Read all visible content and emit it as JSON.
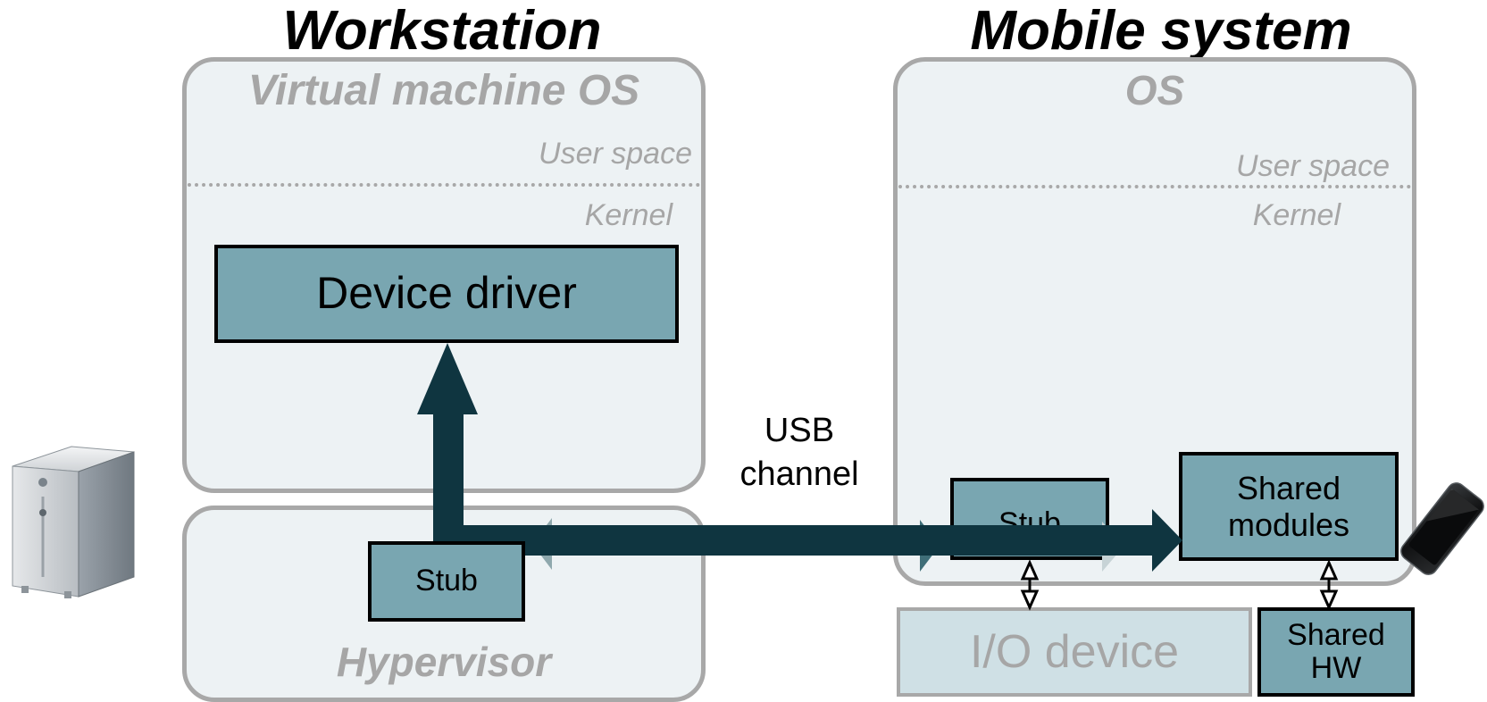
{
  "titles": {
    "workstation": "Workstation",
    "mobile": "Mobile system"
  },
  "workstation": {
    "vm_os_title": "Virtual machine OS",
    "user_space_label": "User space",
    "kernel_label": "Kernel",
    "device_driver_label": "Device driver",
    "hypervisor_label": "Hypervisor",
    "stub_label": "Stub"
  },
  "mobile": {
    "os_title": "OS",
    "user_space_label": "User space",
    "kernel_label": "Kernel",
    "stub_label": "Stub",
    "shared_modules_label": "Shared modules",
    "io_device_label": "I/O device",
    "shared_hw_label": "Shared HW"
  },
  "channel": {
    "label_line1": "USB",
    "label_line2": "channel"
  },
  "icons": {
    "workstation_icon": "server-tower-icon",
    "mobile_icon": "smartphone-icon"
  },
  "colors": {
    "arrow": "#0f3540",
    "box_fill": "#79a6b1",
    "panel_fill": "#edf2f4",
    "panel_border": "#a8a8a8",
    "io_fill": "#cfe0e5"
  }
}
